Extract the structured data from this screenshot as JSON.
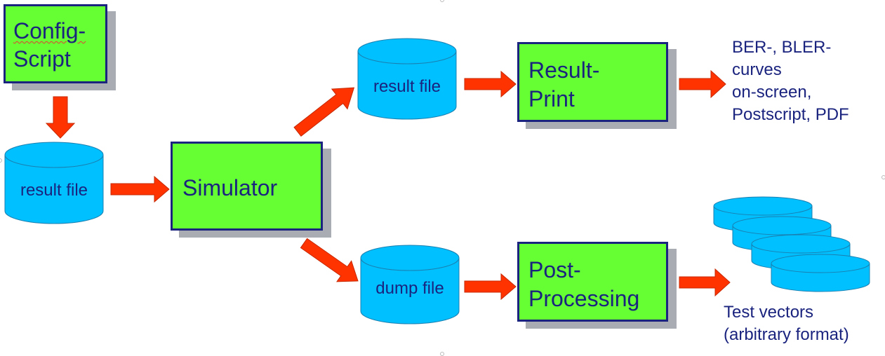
{
  "boxes": {
    "config_script": {
      "line1": "Config-",
      "line2": "Script"
    },
    "simulator": {
      "label": "Simulator"
    },
    "result_print": {
      "line1": "Result-",
      "line2": "Print"
    },
    "post_processing": {
      "line1": "Post-",
      "line2": "Processing"
    }
  },
  "files": {
    "input_result": "result file",
    "output_result": "result file",
    "dump": "dump file"
  },
  "outputs": {
    "curves": [
      "BER-, BLER-",
      "curves",
      "on-screen,",
      "Postscript, PDF"
    ],
    "test_vectors": [
      "Test vectors",
      "(arbitrary format)"
    ]
  },
  "colors": {
    "box_fill": "#66ff33",
    "box_border": "#1a237e",
    "cylinder_fill": "#00c0ff",
    "arrow_fill": "#ff3300",
    "text": "#1a237e"
  }
}
